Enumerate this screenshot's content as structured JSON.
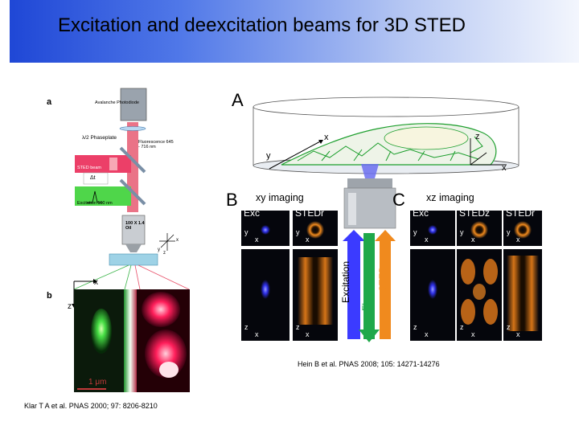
{
  "slide": {
    "title": "Excitation and deexcitation beams for 3D STED"
  },
  "left_figure": {
    "panel_a_label": "a",
    "panel_b_label": "b",
    "setup_labels": {
      "detector": "Avalanche Photodiode",
      "phaseplate": "λ/2 Phaseplate",
      "fluorescence": "Fluorescence 645 - 716 nm",
      "sted_beam": "STED beam",
      "delta_t": "Δt",
      "excitation": "Excitation 560 nm",
      "objective": "100 X 1.4 Oil"
    },
    "axes": {
      "x": "x",
      "y": "y",
      "z": "z"
    },
    "scale_bar": "1 μm",
    "citation": "Klar T A et al. PNAS 2000; 97: 8206-8210"
  },
  "right_figure": {
    "panel_A_label": "A",
    "panel_B_label": "B",
    "panel_C_label": "C",
    "panel_B_title": "xy imaging",
    "panel_C_title": "xz  imaging",
    "cell_axes": {
      "x": "x",
      "y": "y",
      "z": "z"
    },
    "beam_labels": {
      "excitation": "Excitation",
      "fluorescence": "Fluorescence",
      "sted": "STED"
    },
    "B_tiles": [
      {
        "name": "Exc",
        "color": "#3b3bff"
      },
      {
        "name": "STEDr",
        "color": "#f08a1e"
      }
    ],
    "C_tiles": [
      {
        "name": "Exc",
        "color": "#3b3bff"
      },
      {
        "name": "STEDz",
        "color": "#f08a1e"
      },
      {
        "name": "STEDr",
        "color": "#f08a1e"
      }
    ],
    "tile_axes": {
      "top_v": "y",
      "top_h": "x",
      "bottom_v": "z",
      "bottom_h": "x"
    },
    "citation": "Hein B et al. PNAS 2008; 105: 14271-14276"
  },
  "colors": {
    "title_gradient_start": "#1f47d6",
    "excitation_blue": "#3b3bff",
    "sted_orange": "#f08a1e",
    "fluorescence_green": "#1fa84a",
    "cell_outline_green": "#1c9e2c"
  }
}
